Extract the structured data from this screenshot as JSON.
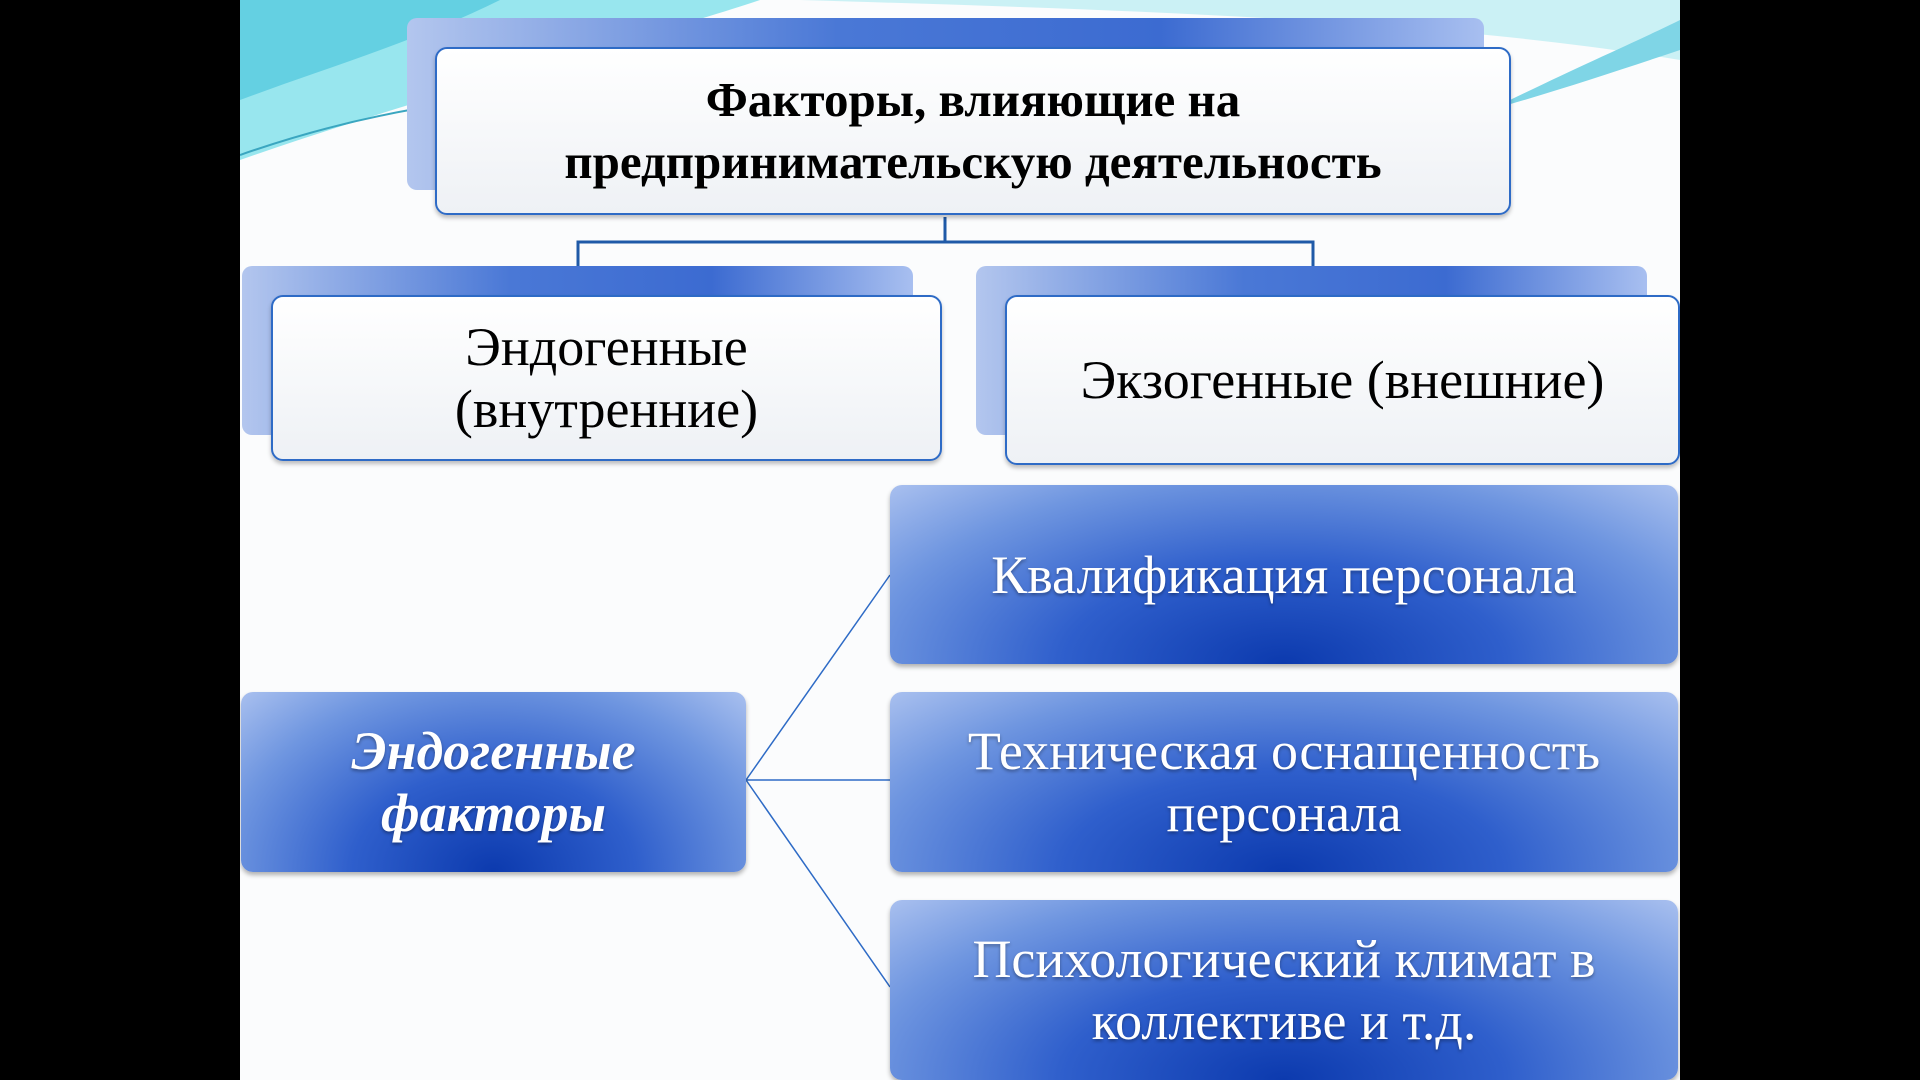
{
  "title": "Факторы, влияющие на предпринимательскую деятельность",
  "level2": [
    {
      "label": "Эндогенные (внутренние)"
    },
    {
      "label": "Экзогенные (внешние)"
    }
  ],
  "endogenous": {
    "label": "Эндогенные факторы",
    "items": [
      {
        "label": "Квалификация персонала"
      },
      {
        "label": "Техническая оснащенность персонала"
      },
      {
        "label": "Психологический климат в коллективе и т.д."
      }
    ]
  },
  "colors": {
    "accent": "#2e6bc6",
    "box_dark": "#0c3aae",
    "box_light": "#a9c0ef"
  }
}
